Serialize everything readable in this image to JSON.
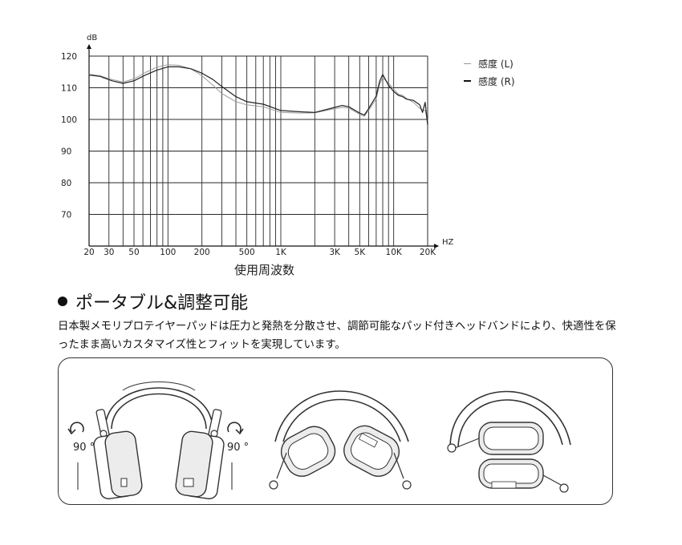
{
  "chart_data": {
    "type": "line",
    "ylabel": "dB",
    "xlabel": "使用周波数",
    "x_unit": "HZ",
    "x_scale": "log",
    "x_range": [
      20,
      20000
    ],
    "ylim": [
      60,
      120
    ],
    "y_ticks": [
      120,
      110,
      100,
      90,
      80,
      70
    ],
    "x_ticks": [
      20,
      30,
      50,
      100,
      200,
      500,
      1000,
      3000,
      5000,
      10000,
      20000
    ],
    "x_tick_labels": [
      "20",
      "30",
      "50",
      "100",
      "200",
      "500",
      "1K",
      "3K",
      "5K",
      "10K",
      "20K"
    ],
    "grid": true,
    "legend_position": "right",
    "series": [
      {
        "name": "感度 (L)",
        "color": "#9a9a9a",
        "x": [
          20,
          25,
          32,
          40,
          50,
          63,
          80,
          100,
          125,
          160,
          200,
          250,
          300,
          400,
          500,
          700,
          1000,
          1500,
          2000,
          3000,
          3500,
          4000,
          5000,
          5500,
          6000,
          7000,
          7500,
          8000,
          9000,
          10000,
          11000,
          12000,
          13000,
          15000,
          17000,
          18000,
          19000,
          20000
        ],
        "values": [
          114.3,
          113.8,
          112.6,
          111.8,
          112.8,
          114.8,
          116.5,
          117.3,
          117.1,
          116.0,
          113.8,
          110.8,
          108.2,
          105.6,
          104.6,
          104.0,
          102.2,
          102.0,
          102.1,
          103.4,
          103.8,
          103.6,
          101.6,
          101.0,
          102.8,
          106.5,
          111.0,
          113.2,
          111.5,
          109.5,
          108.0,
          107.6,
          106.6,
          105.4,
          103.5,
          103.0,
          102.8,
          99.5
        ]
      },
      {
        "name": "感度 (R)",
        "color": "#222222",
        "x": [
          20,
          25,
          32,
          40,
          50,
          63,
          80,
          100,
          125,
          160,
          200,
          250,
          300,
          400,
          500,
          700,
          1000,
          1500,
          2000,
          3000,
          3500,
          4000,
          5000,
          5500,
          6000,
          7000,
          7500,
          8000,
          9000,
          10000,
          11000,
          12000,
          13000,
          15000,
          17000,
          18000,
          19000,
          20000
        ],
        "values": [
          114.0,
          113.6,
          112.2,
          111.4,
          112.2,
          114.0,
          115.6,
          116.6,
          116.6,
          116.0,
          114.6,
          112.6,
          110.4,
          107.2,
          105.6,
          104.8,
          102.8,
          102.4,
          102.2,
          103.8,
          104.4,
          104.0,
          102.0,
          101.4,
          103.4,
          107.4,
          112.0,
          114.2,
          110.8,
          108.8,
          107.6,
          107.2,
          106.4,
          106.0,
          104.6,
          102.2,
          105.4,
          98.2
        ]
      }
    ]
  },
  "section": {
    "title": "ポータブル&調整可能",
    "description_line1": "日本製メモリプロテイヤーパッドは圧力と発熱を分散させ、調節可能なパッド付きヘッドバンドにより、快適性を保",
    "description_line2": "ったまま高いカスタマイズ性とフィットを実現しています。"
  },
  "illustration": {
    "left_rotation_label": "90 °",
    "right_rotation_label": "90 °",
    "icons": [
      "rotate-left-icon",
      "rotate-right-icon",
      "headphones-front-icon",
      "headphones-folded-icon",
      "headphones-side-icon"
    ]
  }
}
